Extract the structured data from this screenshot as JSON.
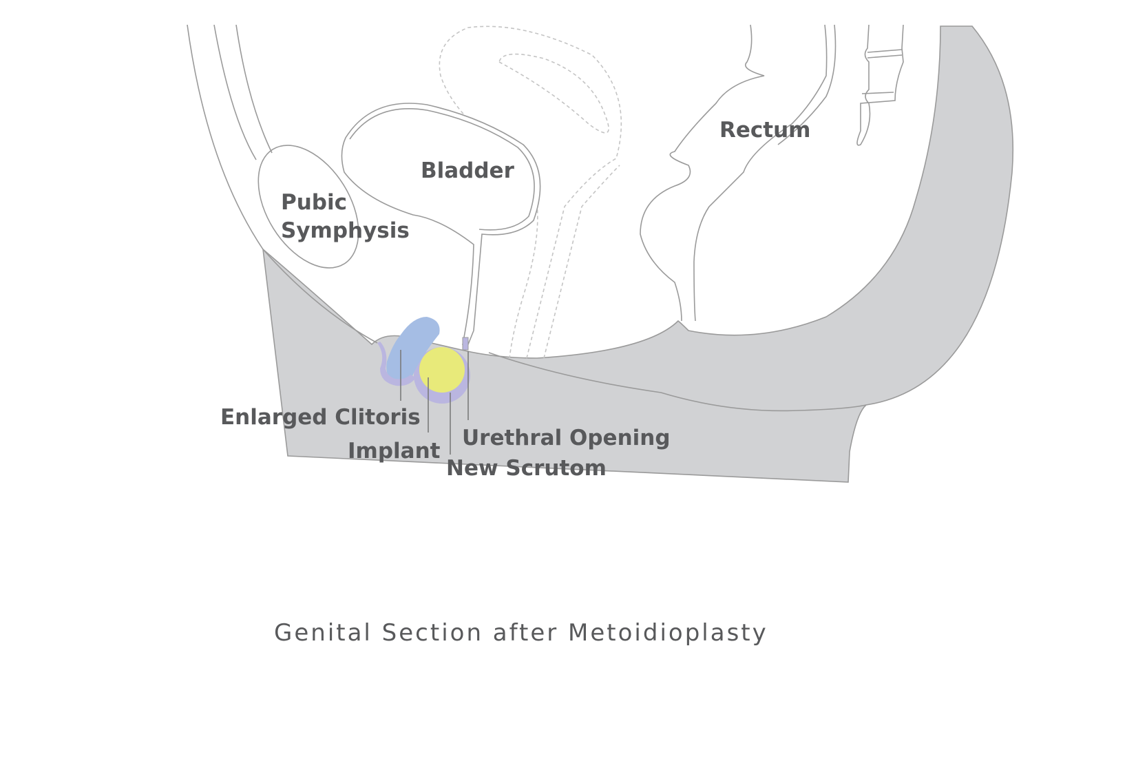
{
  "labels": {
    "pubic_symphysis_line1": "Pubic",
    "pubic_symphysis_line2": "Symphysis",
    "bladder": "Bladder",
    "rectum": "Rectum",
    "enlarged_clitoris": "Enlarged Clitoris",
    "implant": "Implant",
    "urethral_opening": "Urethral Opening",
    "new_scrotum": "New Scrutom"
  },
  "caption": "Genital Section after Metoidioplasty",
  "colors": {
    "tissue": "#d1d2d4",
    "outline": "#9a9a9a",
    "clitoris": "#a5bde4",
    "scrotum_ring": "#bab6e0",
    "implant": "#e8ea7a",
    "text": "#58595b"
  }
}
